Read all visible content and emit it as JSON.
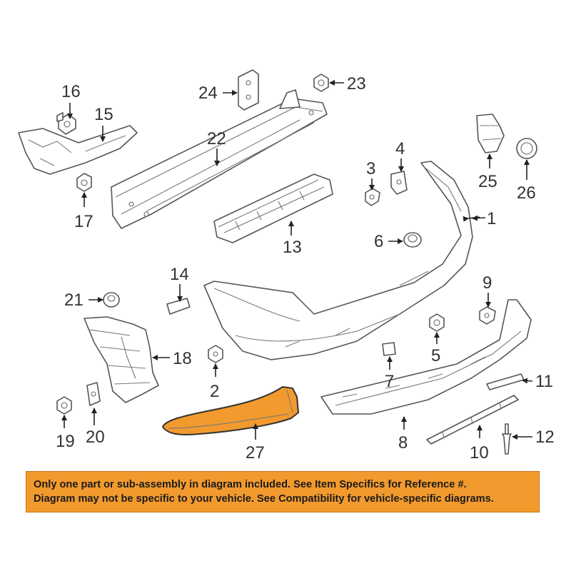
{
  "labels": {
    "p1": "1",
    "p2": "2",
    "p3": "3",
    "p4": "4",
    "p5": "5",
    "p6": "6",
    "p7": "7",
    "p8": "8",
    "p9": "9",
    "p10": "10",
    "p11": "11",
    "p12": "12",
    "p13": "13",
    "p14": "14",
    "p15": "15",
    "p16": "16",
    "p17": "17",
    "p18": "18",
    "p19": "19",
    "p20": "20",
    "p21": "21",
    "p22": "22",
    "p23": "23",
    "p24": "24",
    "p25": "25",
    "p26": "26",
    "p27": "27"
  },
  "colors": {
    "highlight_part": "#f29a2e",
    "notice_background": "#f29a2e"
  },
  "notice": {
    "line1": "Only one part or sub-assembly in diagram included. See Item Specifics for Reference #.",
    "line2": "Diagram may not be specific to your vehicle. See Compatibility for vehicle-specific diagrams."
  }
}
